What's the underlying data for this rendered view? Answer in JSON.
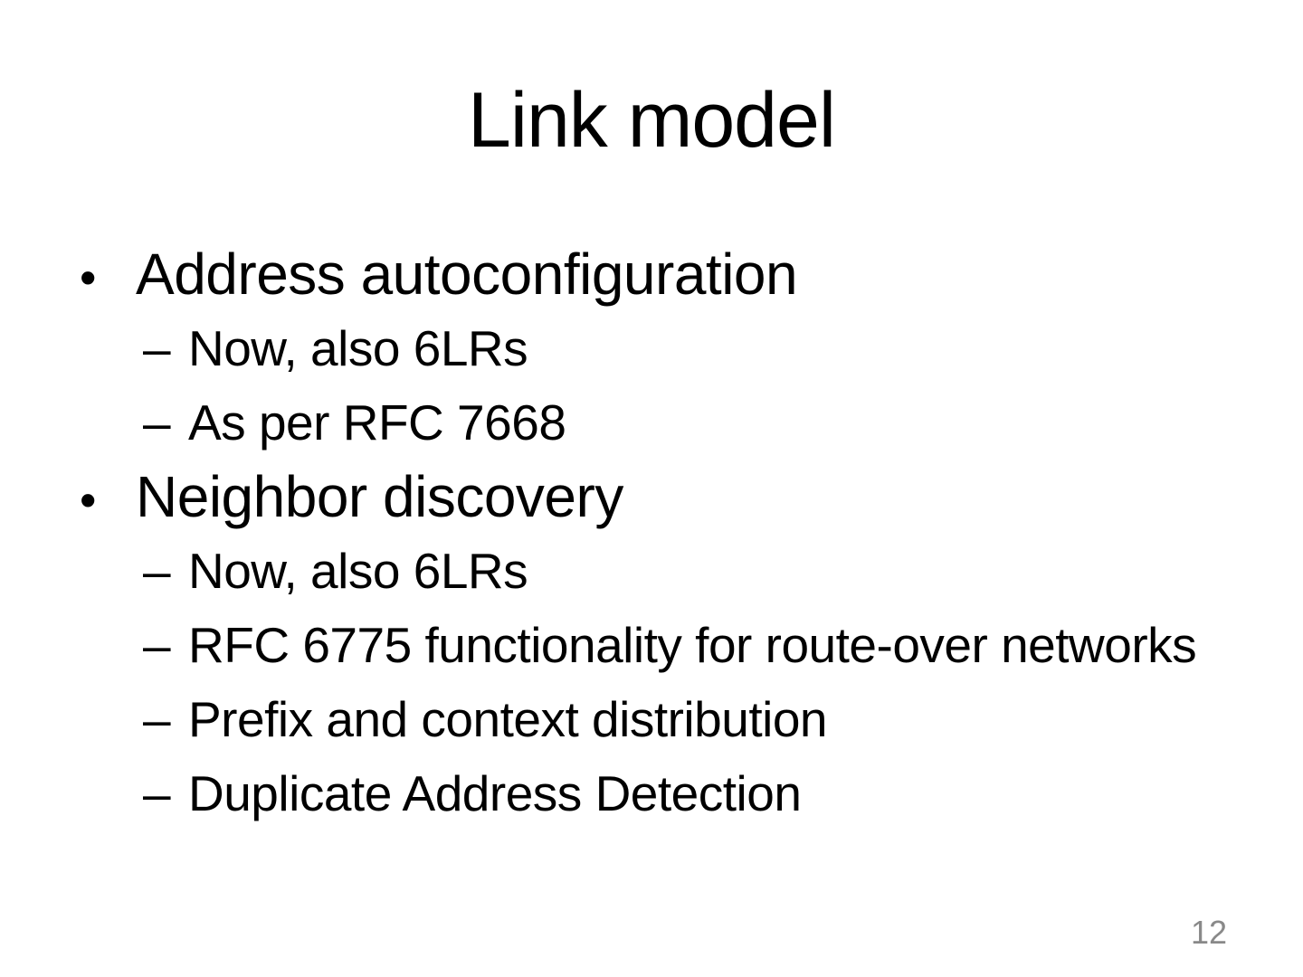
{
  "slide": {
    "title": "Link model",
    "page_number": "12",
    "bullets": [
      {
        "text": "Address autoconfiguration",
        "sub": [
          "Now, also 6LRs",
          "As per RFC 7668"
        ]
      },
      {
        "text": "Neighbor discovery",
        "sub": [
          "Now, also 6LRs",
          "RFC 6775 functionality for route-over networks",
          "Prefix and context distribution",
          "Duplicate Address Detection"
        ]
      }
    ]
  },
  "glyphs": {
    "bullet": "•",
    "dash": "–"
  },
  "colors": {
    "text": "#000000",
    "page_number": "#898989",
    "background": "#ffffff"
  }
}
